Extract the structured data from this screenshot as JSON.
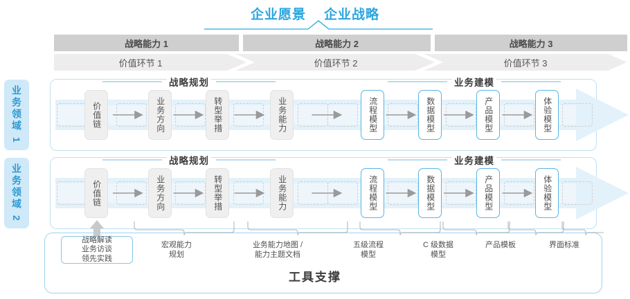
{
  "header": {
    "titles": [
      "企业愿景",
      "企业战略"
    ],
    "accent_color": "#2ba6e0"
  },
  "capability_bars": {
    "row_label": "战略能力",
    "items": [
      {
        "capability": "战略能力 1",
        "value_stage": "价值环节 1"
      },
      {
        "capability": "战略能力 2",
        "value_stage": "价值环节 2"
      },
      {
        "capability": "战略能力 3",
        "value_stage": "价值环节 3"
      }
    ]
  },
  "side_labels": [
    {
      "text": "业务领域 1"
    },
    {
      "text": "业务领域 2"
    }
  ],
  "sections": {
    "strategy_planning": "战略规划",
    "business_modeling": "业务建模"
  },
  "rows": [
    {
      "id": "domain-1",
      "nodes": [
        {
          "label": "价值链",
          "style": "gray"
        },
        {
          "label": "业务方向",
          "style": "gray"
        },
        {
          "label": "转型举措",
          "style": "gray"
        },
        {
          "label": "业务能力",
          "style": "gray"
        },
        {
          "label": "流程模型",
          "style": "blue"
        },
        {
          "label": "数据模型",
          "style": "blue"
        },
        {
          "label": "产品模型",
          "style": "blue"
        },
        {
          "label": "体验模型",
          "style": "blue"
        }
      ]
    },
    {
      "id": "domain-2",
      "nodes": [
        {
          "label": "价值链",
          "style": "gray"
        },
        {
          "label": "业务方向",
          "style": "gray"
        },
        {
          "label": "转型举措",
          "style": "gray"
        },
        {
          "label": "业务能力",
          "style": "gray"
        },
        {
          "label": "流程模型",
          "style": "blue"
        },
        {
          "label": "数据模型",
          "style": "blue"
        },
        {
          "label": "产品模型",
          "style": "blue"
        },
        {
          "label": "体验模型",
          "style": "blue"
        }
      ]
    }
  ],
  "tool_support": {
    "title": "工具支撑",
    "highlight_box": "战略解读\n业务访谈\n领先实践",
    "labels": [
      "宏观能力\n规划",
      "业务能力地图 /\n能力主题文档",
      "五级流程\n模型",
      "C 级数据\n模型",
      "产品模板",
      "界面标准"
    ]
  },
  "colors": {
    "accent_blue": "#2ba6e0",
    "node_blue_border": "#59b4e4",
    "bar_dark": "#cfcfcf",
    "bar_light": "#ededed",
    "flow_band": "#eaf4fb",
    "side_label_bg": "#cfe9f8"
  }
}
